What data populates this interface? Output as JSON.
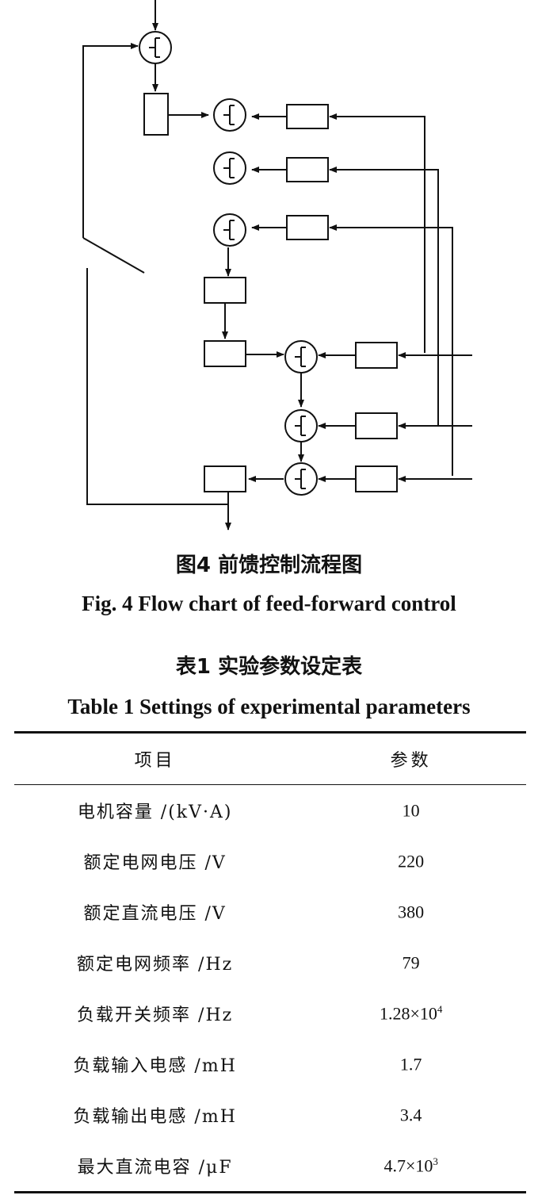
{
  "figure": {
    "caption_cn": "图4  前馈控制流程图",
    "caption_en": "Fig. 4  Flow chart of feed-forward control"
  },
  "table": {
    "caption_cn": "表1  实验参数设定表",
    "caption_en": "Table 1  Settings of experimental parameters",
    "headers": [
      "项目",
      "参数"
    ],
    "rows": [
      {
        "item": "电机容量 /(kV·A)",
        "value": "10",
        "sup": ""
      },
      {
        "item": "额定电网电压 /V",
        "value": "220",
        "sup": ""
      },
      {
        "item": "额定直流电压 /V",
        "value": "380",
        "sup": ""
      },
      {
        "item": "额定电网频率 /Hz",
        "value": "79",
        "sup": ""
      },
      {
        "item": "负载开关频率 /Hz",
        "value": "1.28×10",
        "sup": "4"
      },
      {
        "item": "负载输入电感 /mH",
        "value": "1.7",
        "sup": ""
      },
      {
        "item": "负载输出电感 /mH",
        "value": "3.4",
        "sup": ""
      },
      {
        "item": "最大直流电容 /μF",
        "value": "4.7×10",
        "sup": "3"
      }
    ]
  }
}
